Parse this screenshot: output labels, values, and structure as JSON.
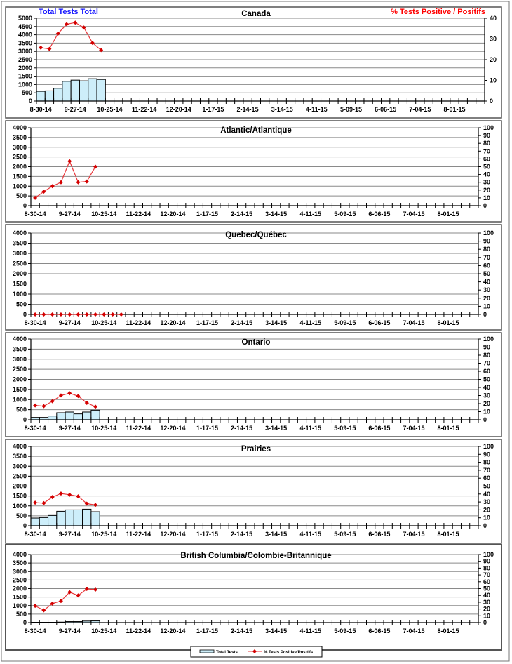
{
  "colors": {
    "bar_fill": "#cdeefa",
    "line": "#e8383c",
    "marker": "#d40000",
    "left_title": "#1a1aff",
    "right_title": "#ff0000"
  },
  "chart_data": {
    "type": "bar+line",
    "left_axis_title": "Total Tests Total",
    "right_axis_title": "% Tests Positive / Positifs",
    "x_tick_labels": [
      "8-30-14",
      "9-27-14",
      "10-25-14",
      "11-22-14",
      "12-20-14",
      "1-17-15",
      "2-14-15",
      "3-14-15",
      "4-11-15",
      "5-09-15",
      "6-06-15",
      "7-04-15",
      "8-01-15"
    ],
    "weeks": 52,
    "legend": {
      "bars": "Total Tests",
      "line": "% Tests Positive/Positifs",
      "placement": "bottom-center"
    },
    "panels": [
      {
        "title": "Canada",
        "ylim": [
          0,
          5000
        ],
        "ystep": 500,
        "y2lim": [
          0,
          40
        ],
        "y2step": 10,
        "total_tests": [
          590,
          618,
          772,
          1194,
          1264,
          1222,
          1348,
          1306
        ],
        "pct_positive": [
          25.8,
          25.2,
          32.6,
          37.1,
          37.9,
          35.5,
          28.1,
          24.6
        ]
      },
      {
        "title": "Atlantic/Atlantique",
        "ylim": [
          0,
          4000
        ],
        "ystep": 500,
        "y2lim": [
          0,
          100
        ],
        "y2step": 10,
        "total_tests": [
          0,
          0,
          0,
          0,
          0,
          0,
          0,
          0
        ],
        "pct_positive": [
          10,
          18,
          25,
          30,
          57,
          30,
          31,
          50
        ]
      },
      {
        "title": "Quebec/Québec",
        "ylim": [
          0,
          4000
        ],
        "ystep": 500,
        "y2lim": [
          0,
          100
        ],
        "y2step": 10,
        "total_tests": [
          0,
          0,
          0,
          0,
          0,
          0,
          0,
          0
        ],
        "pct_positive": [
          0,
          0,
          0,
          0,
          0,
          0,
          0,
          0,
          0,
          0,
          0
        ]
      },
      {
        "title": "Ontario",
        "ylim": [
          0,
          4000
        ],
        "ystep": 500,
        "y2lim": [
          0,
          100
        ],
        "y2step": 10,
        "total_tests": [
          116,
          116,
          186,
          348,
          383,
          290,
          383,
          475
        ],
        "pct_positive": [
          17.7,
          16.8,
          22.9,
          30.1,
          32.8,
          29.3,
          20.9,
          16.2
        ]
      },
      {
        "title": "Prairies",
        "ylim": [
          0,
          4000
        ],
        "ystep": 500,
        "y2lim": [
          0,
          100
        ],
        "y2step": 10,
        "total_tests": [
          388,
          412,
          518,
          729,
          800,
          800,
          835,
          706
        ],
        "pct_positive": [
          29.1,
          28.5,
          36.2,
          40.6,
          39.1,
          37.1,
          27.9,
          26.2
        ]
      },
      {
        "title": "British Columbia/Colombie-Britannique",
        "ylim": [
          0,
          4000
        ],
        "ystep": 500,
        "y2lim": [
          0,
          100
        ],
        "y2step": 10,
        "total_tests": [
          20,
          20,
          20,
          30,
          60,
          60,
          90,
          100
        ],
        "pct_positive": [
          24.6,
          18.1,
          28,
          31.7,
          44.7,
          39.9,
          49.5,
          48.5
        ]
      }
    ]
  }
}
